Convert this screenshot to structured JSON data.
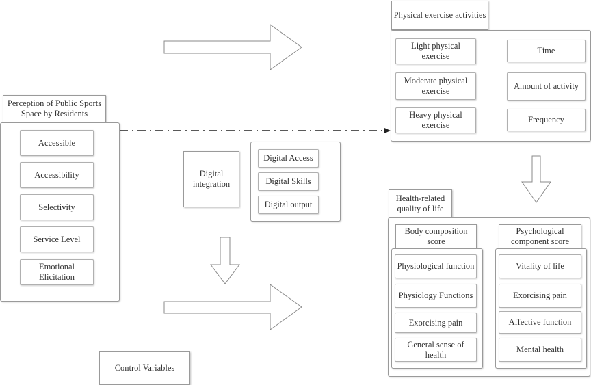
{
  "perception": {
    "title": "Perception of Public Sports Space by Residents",
    "items": [
      "Accessible",
      "Accessibility",
      "Selectivity",
      "Service Level",
      "Emotional Elicitation"
    ]
  },
  "digital_integration": {
    "title": "Digital integration",
    "items": [
      "Digital Access",
      "Digital Skills",
      "Digital output"
    ]
  },
  "control_variables": "Control Variables",
  "physical_exercise": {
    "title": "Physical exercise activities",
    "levels": [
      "Light physical exercise",
      "Moderate physical exercise",
      "Heavy physical exercise"
    ],
    "measures": [
      "Time",
      "Amount of activity",
      "Frequency"
    ]
  },
  "health_quality": {
    "title": "Health-related quality of life",
    "body_composition": {
      "title": "Body composition score",
      "items": [
        "Physiological function",
        "Physiology Functions",
        "Exorcising pain",
        "General sense of health"
      ]
    },
    "psychological": {
      "title": "Psychological component score",
      "items": [
        "Vitality of life",
        "Exorcising pain",
        "Affective function",
        "Mental health"
      ]
    }
  }
}
